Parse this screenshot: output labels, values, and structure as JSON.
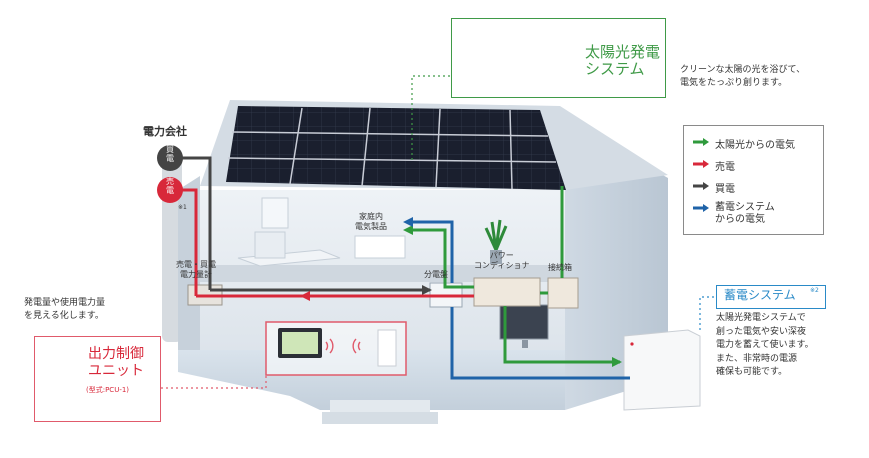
{
  "power_company": {
    "title": "電力会社",
    "buy_label": "買電",
    "sell_label": "売電",
    "note": "※1"
  },
  "devices": {
    "meter": "売電・買電\n電力量計",
    "appliances": "家庭内\n電気製品",
    "distribution_board": "分電盤",
    "power_conditioner": "パワー\nコンディショナ",
    "junction_box": "接続箱"
  },
  "solar": {
    "title": "太陽光発電\nシステム",
    "description": "クリーンな太陽の光を浴びて、\n電気をたっぷり創ります。"
  },
  "legend": {
    "items": [
      {
        "label": "太陽光からの電気",
        "color": "#2f9a3c"
      },
      {
        "label": "売電",
        "color": "#d8283a"
      },
      {
        "label": "買電",
        "color": "#454545"
      },
      {
        "label": "蓄電システム\nからの電気",
        "color": "#1f63a8"
      }
    ]
  },
  "storage": {
    "title": "蓄電システム",
    "note": "※2",
    "description": "太陽光発電システムで\n創った電気や安い深夜\n電力を蓄えて使います。\nまた、非常時の電源\n確保も可能です。"
  },
  "monitor": {
    "description": "発電量や使用電力量\nを見える化します。"
  },
  "control_unit": {
    "title": "出力制御\nユニット",
    "model": "(型式:PCU-1)"
  },
  "colors": {
    "green": "#2f9a3c",
    "red": "#d8283a",
    "dark": "#454545",
    "blue": "#1f63a8",
    "solar_border": "#3f9a47",
    "storage_border": "#2a8ac7",
    "unit_border": "#e05a6b"
  }
}
